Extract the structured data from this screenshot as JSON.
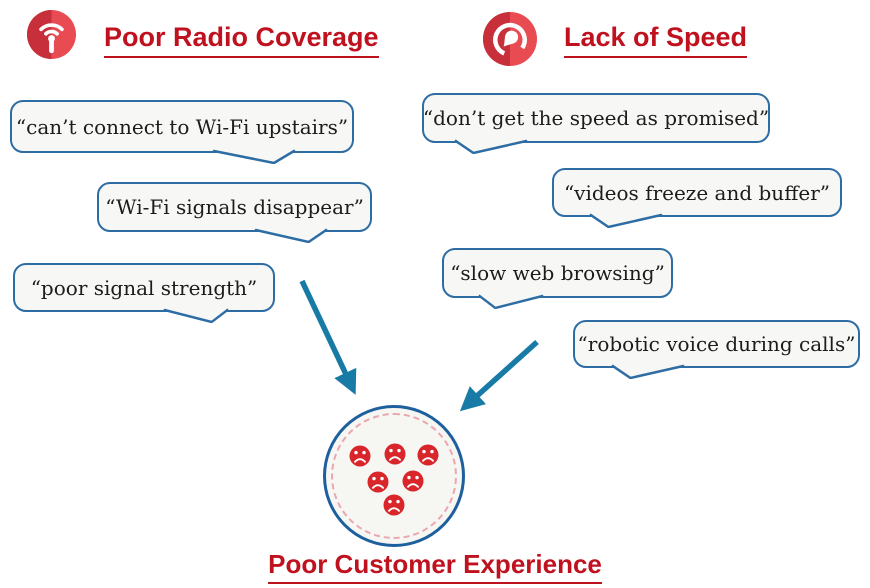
{
  "header": {
    "radio": {
      "title": "Poor Radio Coverage",
      "icon": "radio-antenna-icon"
    },
    "speed": {
      "title": "Lack of Speed",
      "icon": "speedometer-icon"
    }
  },
  "quotes": {
    "radio": [
      {
        "text": "“can’t connect to Wi-Fi upstairs”"
      },
      {
        "text": "“Wi-Fi signals disappear”"
      },
      {
        "text": "“poor signal strength”"
      }
    ],
    "speed": [
      {
        "text": "“don’t get the speed as promised”"
      },
      {
        "text": "“videos freeze and buffer”"
      },
      {
        "text": "“slow web browsing”"
      },
      {
        "text": "“robotic voice during calls”"
      }
    ]
  },
  "outcome": {
    "title": "Poor Customer Experience",
    "sad_face_count": 6
  },
  "palette": {
    "heading_red": "#c0111f",
    "icon_red_dark": "#c72f3a",
    "icon_red_light": "#e94b52",
    "bubble_border_blue": "#2e6da4",
    "bubble_background": "#f7f7f5",
    "arrow_teal": "#187ba6",
    "face_red": "#d8262b",
    "dashed_ring_pink": "#eba6b0",
    "circle_border_blue": "#1e5f9e"
  }
}
